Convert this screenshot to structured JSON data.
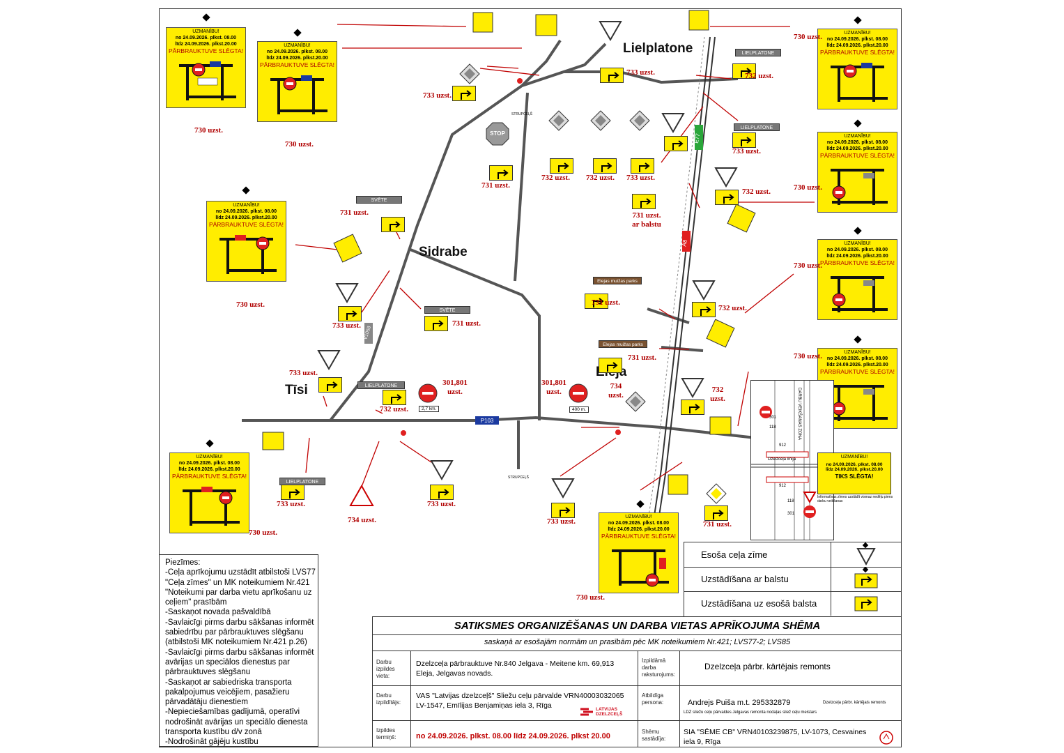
{
  "towns": {
    "lielplatone": "Lielplatone",
    "sidrabe": "Sidrabe",
    "eleja": "Eleja",
    "tisi": "Tīsi"
  },
  "road_labels": {
    "e77": "E77",
    "a8": "A8",
    "p103": "P103",
    "v1058": "V1058"
  },
  "direction_signs": {
    "lielplatone_1": "LIELPLATONE",
    "lielplatone_2": "LIELPLATONE",
    "lielplatone_3": "LIELPLATONE",
    "lielplatone_4": "LIELPLATONE",
    "svete_1": "SVĒTE",
    "svete_2": "SVĒTE",
    "park_1": "Elejas muižas parks",
    "park_2": "Elejas muižas parks"
  },
  "small_labels": {
    "strupcels": "STRUPCEĻŠ",
    "dist_27": "2,7 km.",
    "dist_400": "400 m.",
    "stop": "STOP"
  },
  "board": {
    "line1": "UZMANĪBU!",
    "line2": "no 24.09.2026. plkst. 08.00",
    "line3": "līdz 24.09.2026. plkst.20.00",
    "line4": "PĀRBRAUKTUVE SLĒGTA!",
    "time": "08.00 - 20.00."
  },
  "labels": {
    "u730": "730 uzst.",
    "u731": "731 uzst.",
    "u731b": "731 uzst. ar balstu",
    "u732": "732 uzst.",
    "u733": "733 uzst.",
    "u734": "734 uzst.",
    "u301": "301,801 uzst."
  },
  "inset": {
    "zone": "DARBU VEIKŠANAS ZONA",
    "rail": "Dzelzceļa līnija",
    "n301": "301",
    "n118": "118",
    "n912": "912",
    "board_l1": "UZMANĪBU!",
    "board_l2": "no 24.09.2026. plkst. 08.00",
    "board_l3": "līdz 24.09.2026. plkst.20.00",
    "board_l4": "TIKS SLĒGTA!",
    "note": "Informatīvas zīmes uzstādīt vismaz nedēļu pirms darbu veikšanas"
  },
  "legend": {
    "row1": "Esoša ceļa zīme",
    "row2": "Uzstādīšana ar balstu",
    "row3": "Uzstādīšana uz esošā balsta"
  },
  "notes": {
    "heading": "Piezīmes:",
    "items": [
      "-Ceļa aprīkojumu uzstādīt atbilstoši LVS77 \"Ceļa zīmes\" un MK noteikumiem Nr.421 \"Noteikumi par darba vietu aprīkošanu uz ceļiem\" prasībām",
      "-Saskaņot novada pašvaldībā",
      "-Savlaicīgi pirms darbu sākšanas informēt sabiedrību par pārbrauktuves slēgšanu (atbilstoši MK noteikumiem Nr.421 p.26)",
      "-Savlaicīgi pirms darbu sākšanas informēt avārijas un speciālos dienestus par pārbrauktuves slēgšanu",
      "-Saskaņot ar sabiedriska transporta pakalpojumus veicējiem, pasažieru pārvadātāju dienestiem",
      "-Nepieciešamības gadījumā, operatīvi nodrošināt avārijas un speciālo dienesta transporta kustību d/v zonā",
      "-Nodrošināt gājēju kustību"
    ]
  },
  "title_block": {
    "title": "SATIKSMES ORGANIZĒŠANAS UN DARBA VIETAS APRĪKOJUMA SHĒMA",
    "subtitle": "saskaņā ar esošajām normām un prasībām pēc MK noteikumiem Nr.421; LVS77-2; LVS85",
    "place_label": "Darbu izpildes vieta:",
    "place_value": "Dzelzceļa pārbrauktuve Nr.840 Jelgava - Meitene km. 69,913 Eleja, Jelgavas novads.",
    "exec_label": "Darbu izpildītājs:",
    "exec_value": "VAS \"Latvijas dzelzceļš\" Sliežu ceļu pārvalde VRN40003032065 LV-1547, Emīlijas Benjamiņas iela 3, Rīga",
    "logo": "LATVIJAS DZELZCEĻŠ",
    "term_label": "Izpildes termiņš:",
    "term_value": "no 24.09.2026. plkst. 08.00 līdz 24.09.2026. plkst 20.00",
    "work_label": "Izpildāmā darba raksturojums:",
    "work_value": "Dzelzceļa pārbr. kārtējais remonts",
    "resp_label": "Atbildīga persona:",
    "resp_value": "Andrejs Puiša m.t. 295332879",
    "resp_note": "LDZ sliežu ceļu pārvaldes Jelgavas remonta nodaļas sliež ceļu meistars",
    "resp_side": "Dzelzceļa pārbr. kārtējais remonts",
    "author_label": "Shēmu sastādīja:",
    "author_value": "SIA \"SĒME CB\" VRN40103239875, LV-1073, Cesvaines iela 9, Rīga"
  }
}
